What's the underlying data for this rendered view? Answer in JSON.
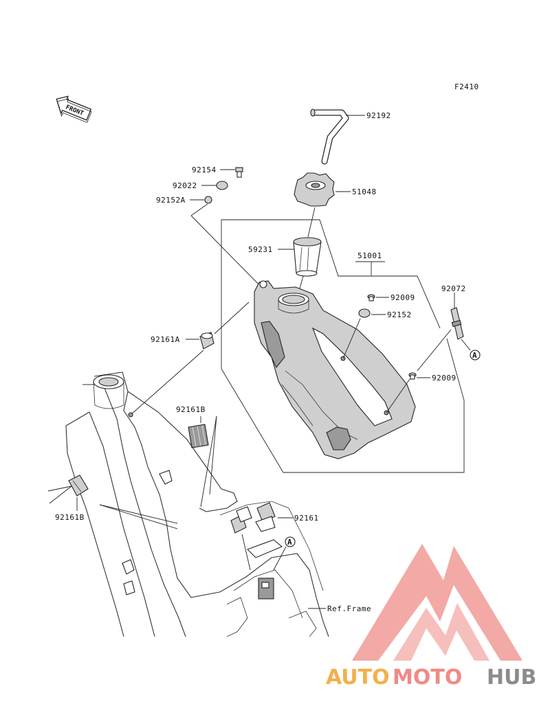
{
  "figure_code": "F2410",
  "front_badge": "FRONT",
  "callout_letter": "A",
  "ref_frame": "Ref.Frame",
  "parts": {
    "p92192": "92192",
    "p92154": "92154",
    "p92022": "92022",
    "p92152A": "92152A",
    "p51048": "51048",
    "p59231": "59231",
    "p51001": "51001",
    "p92072": "92072",
    "p92009_top": "92009",
    "p92152": "92152",
    "p92161A": "92161A",
    "p92009_bottom": "92009",
    "p92161B_top": "92161B",
    "p92161B_left": "92161B",
    "p92161": "92161"
  },
  "watermark": {
    "part1": "AUTO",
    "part2": "MOTO",
    "part3": "HUB",
    "colors": {
      "auto": "#f3b04b",
      "moto": "#f08a86",
      "hub": "#8c8c8c",
      "logo": "#f29b96"
    }
  }
}
